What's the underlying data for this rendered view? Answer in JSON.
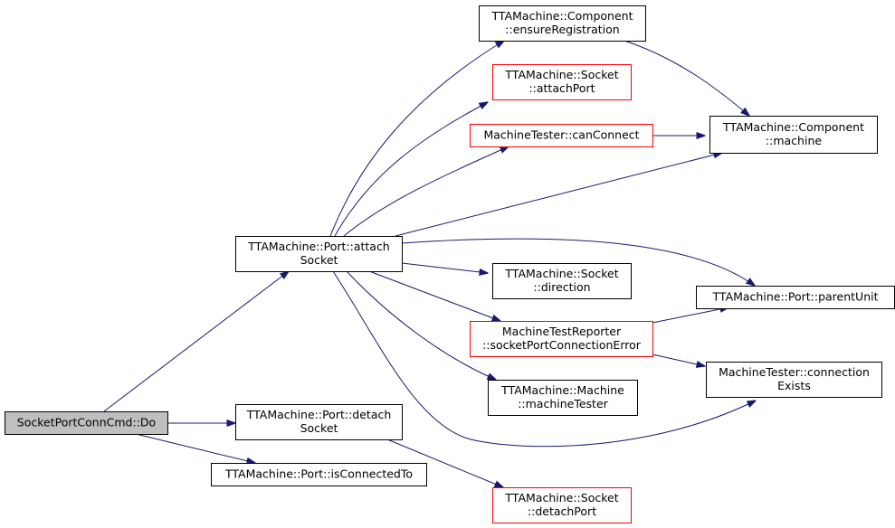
{
  "colors": {
    "edge": "#191970",
    "root_fill": "#bfbfbf",
    "normal_border": "#000000",
    "truncated_border": "#ff0000",
    "node_fill": "#ffffff"
  },
  "nodes": {
    "root": {
      "lines": [
        "SocketPortConnCmd::Do"
      ],
      "kind": "root"
    },
    "port_attach": {
      "lines": [
        "TTAMachine::Port::attach",
        "Socket"
      ],
      "kind": "normal"
    },
    "port_detach": {
      "lines": [
        "TTAMachine::Port::detach",
        "Socket"
      ],
      "kind": "normal"
    },
    "is_connected": {
      "lines": [
        "TTAMachine::Port::isConnectedTo"
      ],
      "kind": "normal"
    },
    "ensure_reg": {
      "lines": [
        "TTAMachine::Component",
        "::ensureRegistration"
      ],
      "kind": "normal"
    },
    "socket_attach_port": {
      "lines": [
        "TTAMachine::Socket",
        "::attachPort"
      ],
      "kind": "truncated"
    },
    "can_connect": {
      "lines": [
        "MachineTester::canConnect"
      ],
      "kind": "truncated"
    },
    "socket_direction": {
      "lines": [
        "TTAMachine::Socket",
        "::direction"
      ],
      "kind": "normal"
    },
    "report_error": {
      "lines": [
        "MachineTestReporter",
        "::socketPortConnectionError"
      ],
      "kind": "truncated"
    },
    "machine_tester": {
      "lines": [
        "TTAMachine::Machine",
        "::machineTester"
      ],
      "kind": "normal"
    },
    "socket_detach_port": {
      "lines": [
        "TTAMachine::Socket",
        "::detachPort"
      ],
      "kind": "truncated"
    },
    "component_machine": {
      "lines": [
        "TTAMachine::Component",
        "::machine"
      ],
      "kind": "normal"
    },
    "parent_unit": {
      "lines": [
        "TTAMachine::Port::parentUnit"
      ],
      "kind": "normal"
    },
    "connection_exists": {
      "lines": [
        "MachineTester::connection",
        "Exists"
      ],
      "kind": "normal"
    }
  },
  "edges": [
    [
      "root",
      "port_attach"
    ],
    [
      "root",
      "port_detach"
    ],
    [
      "root",
      "is_connected"
    ],
    [
      "port_attach",
      "ensure_reg"
    ],
    [
      "port_attach",
      "socket_attach_port"
    ],
    [
      "port_attach",
      "can_connect"
    ],
    [
      "port_attach",
      "component_machine"
    ],
    [
      "port_attach",
      "parent_unit"
    ],
    [
      "port_attach",
      "socket_direction"
    ],
    [
      "port_attach",
      "report_error"
    ],
    [
      "port_attach",
      "machine_tester"
    ],
    [
      "port_attach",
      "connection_exists"
    ],
    [
      "port_detach",
      "socket_detach_port"
    ],
    [
      "ensure_reg",
      "component_machine"
    ],
    [
      "can_connect",
      "component_machine"
    ],
    [
      "report_error",
      "parent_unit"
    ],
    [
      "report_error",
      "connection_exists"
    ]
  ]
}
